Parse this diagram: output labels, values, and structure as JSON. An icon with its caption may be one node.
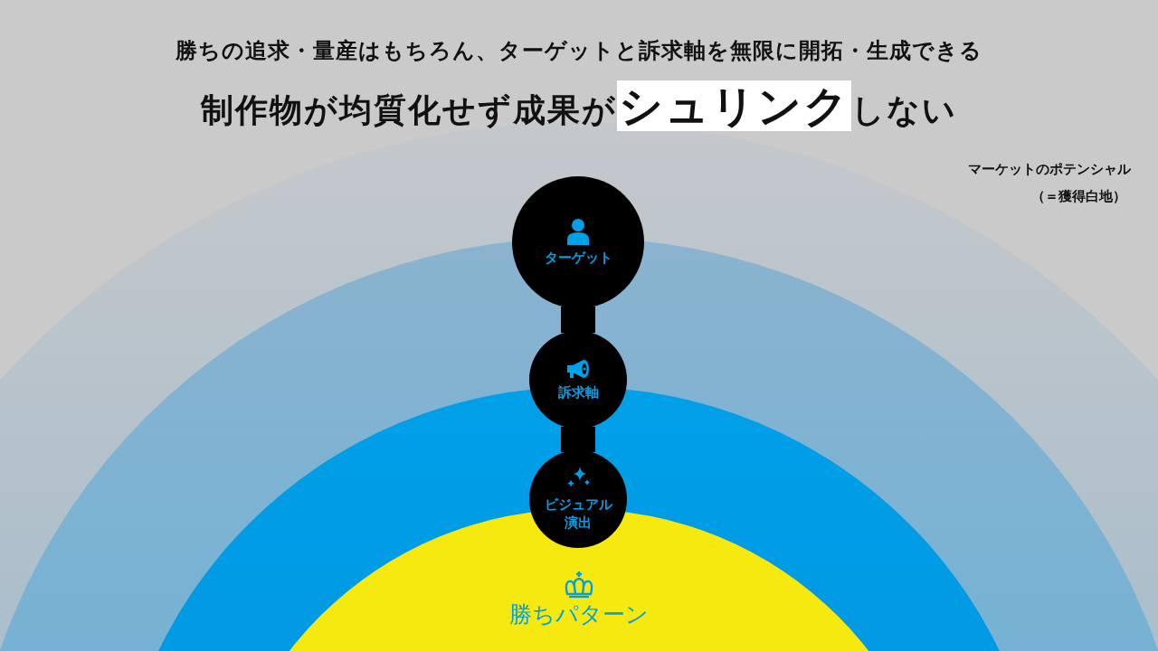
{
  "diagram": {
    "title": "制作物が均質化せず成果が**シュリンク**しない",
    "nodes": [
      {
        "text": [
          "ターゲット"
        ]
      },
      {
        "text": [
          "訴求軸"
        ]
      },
      {
        "text": [
          "ビジュアル演出"
        ]
      },
      {
        "text": [
          "勝ちパターン"
        ]
      }
    ],
    "edges": [
      {
        "from": 0,
        "to": 1,
        "arrow": "none"
      },
      {
        "from": 1,
        "to": 2,
        "arrow": "none"
      }
    ],
    "labels": [
      "勝ちの追求・量産はもちろん、ターゲットと訴求軸を無限に開拓・生成できる",
      "マーケットのポテンシャル",
      "（＝獲得白地）"
    ]
  }
}
